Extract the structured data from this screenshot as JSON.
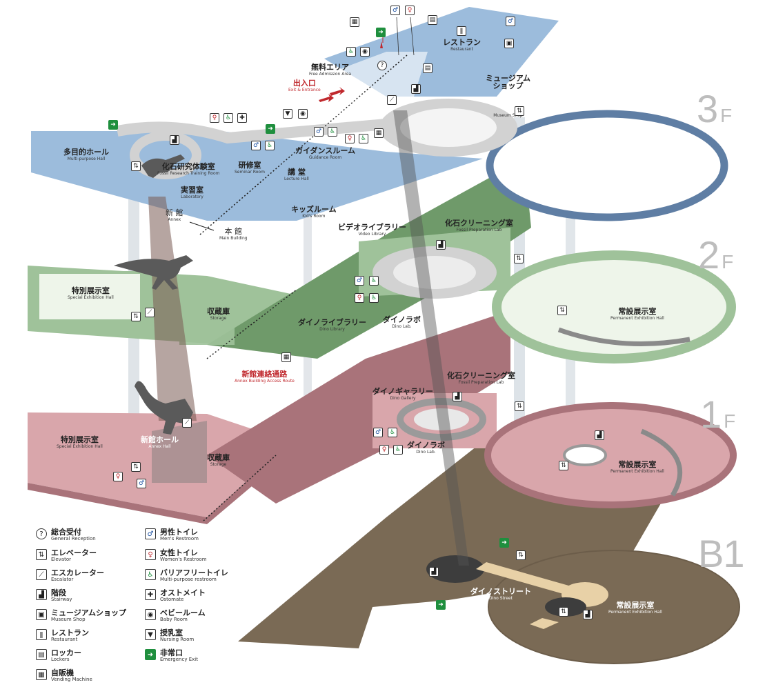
{
  "floors": {
    "f3": {
      "num": "3",
      "suffix": "F"
    },
    "f2": {
      "num": "2",
      "suffix": "F"
    },
    "f1": {
      "num": "1",
      "suffix": "F"
    },
    "b1": {
      "num": "B1",
      "suffix": ""
    }
  },
  "colors": {
    "f3": "#9cbcdc",
    "f3_dark": "#5f7ea4",
    "f2": "#9fc29a",
    "f2_dark": "#6f9a6a",
    "f1": "#d9a6ab",
    "f1_dark": "#a9737a",
    "b1": "#7a6a55",
    "b1_dark": "#5b4d3c",
    "corridor": "#d2d2d2",
    "accent_red": "#c0282d",
    "exit_green": "#1f8f3e"
  },
  "labels": {
    "free_area": {
      "ja": "無料エリア",
      "en": "Free Admission Area"
    },
    "exit_entrance": {
      "ja": "出入口",
      "en": "Exit & Entrance"
    },
    "restaurant": {
      "ja": "レストラン",
      "en": "Restaurant"
    },
    "museum_shop": {
      "ja": "ミュージアム\nショップ",
      "en": "Museum Shop"
    },
    "multi_hall": {
      "ja": "多目的ホール",
      "en": "Multi-purpose Hall"
    },
    "fossil_training": {
      "ja": "化石研究体験室",
      "en": "Fossil Research Training Room"
    },
    "seminar": {
      "ja": "研修室",
      "en": "Seminar Room"
    },
    "guidance": {
      "ja": "ガイダンスルーム",
      "en": "Guidance Room"
    },
    "lecture": {
      "ja": "講 堂",
      "en": "Lecture Hall"
    },
    "laboratory": {
      "ja": "実習室",
      "en": "Laboratory"
    },
    "kids": {
      "ja": "キッズルーム",
      "en": "Kid's Room"
    },
    "annex": {
      "ja": "新 館",
      "en": "Annex"
    },
    "main_building": {
      "ja": "本 館",
      "en": "Main Building"
    },
    "video_library": {
      "ja": "ビデオライブラリー",
      "en": "Video Library"
    },
    "fossil_prep_2f": {
      "ja": "化石クリーニング室",
      "en": "Fossil Preparation Lab"
    },
    "special_2f": {
      "ja": "特別展示室",
      "en": "Special Exhibition Hall"
    },
    "storage_2f": {
      "ja": "収蔵庫",
      "en": "Storage"
    },
    "dino_library": {
      "ja": "ダイノライブラリー",
      "en": "Dino Library"
    },
    "dino_lab_2f": {
      "ja": "ダイノラボ",
      "en": "Dino Lab."
    },
    "permanent_2f": {
      "ja": "常設展示室",
      "en": "Permanent Exhibition Hall"
    },
    "annex_access": {
      "ja": "新館連絡通路",
      "en": "Annex Building Access Route"
    },
    "fossil_prep_1f": {
      "ja": "化石クリーニング室",
      "en": "Fossil Preparation Lab"
    },
    "dino_gallery": {
      "ja": "ダイノギャラリー",
      "en": "Dino Gallery"
    },
    "special_1f": {
      "ja": "特別展示室",
      "en": "Special Exhibition Hall"
    },
    "annex_hall": {
      "ja": "新館ホール",
      "en": "Annex Hall"
    },
    "storage_1f": {
      "ja": "収蔵庫",
      "en": "Storage"
    },
    "dino_lab_1f": {
      "ja": "ダイノラボ",
      "en": "Dino Lab."
    },
    "permanent_1f": {
      "ja": "常設展示室",
      "en": "Permanent Exhibition Hall"
    },
    "dino_street": {
      "ja": "ダイノストリート",
      "en": "Dino Street"
    },
    "permanent_b1": {
      "ja": "常設展示室",
      "en": "Permanent Exhibition Hall"
    }
  },
  "legend": [
    {
      "icon": "information-icon",
      "glyph": "?",
      "ja": "総合受付",
      "en": "General Reception"
    },
    {
      "icon": "elevator-icon",
      "glyph": "⇅",
      "ja": "エレベーター",
      "en": "Elevator"
    },
    {
      "icon": "escalator-icon",
      "glyph": "⟋",
      "ja": "エスカレーター",
      "en": "Escalator"
    },
    {
      "icon": "stairs-icon",
      "glyph": "▟",
      "ja": "階段",
      "en": "Stairway"
    },
    {
      "icon": "shop-icon",
      "glyph": "▣",
      "ja": "ミュージアムショップ",
      "en": "Museum Shop"
    },
    {
      "icon": "restaurant-icon",
      "glyph": "ǁ",
      "ja": "レストラン",
      "en": "Restaurant"
    },
    {
      "icon": "locker-icon",
      "glyph": "▤",
      "ja": "ロッカー",
      "en": "Lockers"
    },
    {
      "icon": "vending-machine-icon",
      "glyph": "▦",
      "ja": "自販機",
      "en": "Vending Machine"
    },
    {
      "icon": "mens-restroom-icon",
      "glyph": "♂",
      "ja": "男性トイレ",
      "en": "Men's Restroom"
    },
    {
      "icon": "womens-restroom-icon",
      "glyph": "♀",
      "ja": "女性トイレ",
      "en": "Women's Restroom"
    },
    {
      "icon": "accessible-restroom-icon",
      "glyph": "♿",
      "ja": "バリアフリートイレ",
      "en": "Multi-purpose restroom"
    },
    {
      "icon": "ostomate-icon",
      "glyph": "✚",
      "ja": "オストメイト",
      "en": "Ostomate"
    },
    {
      "icon": "baby-room-icon",
      "glyph": "◉",
      "ja": "ベビールーム",
      "en": "Baby Room"
    },
    {
      "icon": "nursing-room-icon",
      "glyph": "▼",
      "ja": "授乳室",
      "en": "Nursing Room"
    },
    {
      "icon": "emergency-exit-icon",
      "glyph": "➜",
      "ja": "非常口",
      "en": "Emergency Exit"
    }
  ]
}
